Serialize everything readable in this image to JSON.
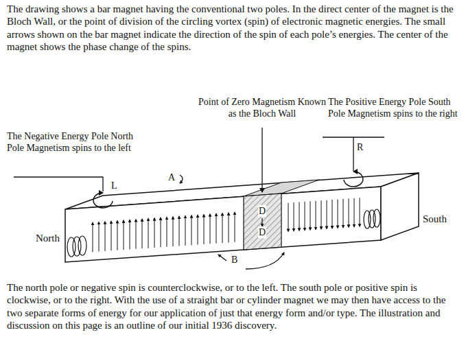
{
  "diagram": {
    "labels": [
      "The drawing shows a bar magnet having the conventional two poles. In the direct center of the magnet is the Bloch Wall, or the point of division of the circling vortex (spin) of electronic magnetic energies. The small arrows shown on the bar magnet indicate the direction of the spin of each pole’s energies. The center of the magnet shows the phase change of the spins.",
      "Point of Zero Magnetism Known as the Bloch Wall",
      "The Positive Energy Pole South Pole Magnetism spins to the right",
      "The Negative Energy Pole North Pole Magnetism spins to the left",
      "R",
      "L",
      "A",
      "D",
      "D",
      "North",
      "South",
      "B",
      "The north pole or negative spin is counterclockwise, or to the left. The south pole or positive spin is clockwise, or to the right. With the use of a straight bar or cylinder magnet we may then have access to the two separate forms of energy for our application of just that energy form and/or type. The illustration and discussion on this page is an outline of our initial 1936 discovery."
    ]
  }
}
